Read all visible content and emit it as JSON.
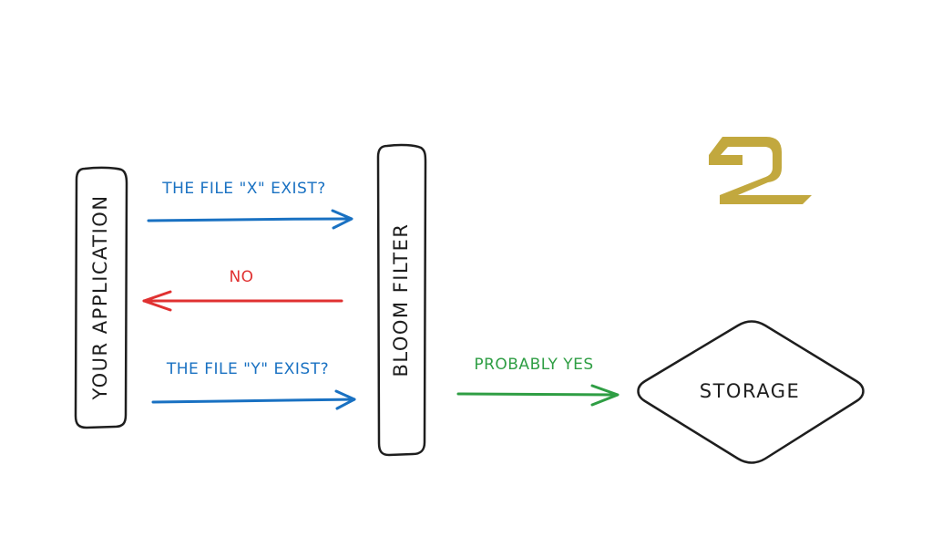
{
  "nodes": {
    "application": {
      "label": "YOUR APPLICATION"
    },
    "bloom_filter": {
      "label": "BLOOM FILTER"
    },
    "storage": {
      "label": "STORAGE"
    }
  },
  "edges": {
    "query_x": {
      "label": "THE FILE \"X\" EXIST?",
      "color": "#1971c2"
    },
    "answer_no": {
      "label": "NO",
      "color": "#e03131"
    },
    "query_y": {
      "label": "THE FILE \"Y\" EXIST?",
      "color": "#1971c2"
    },
    "probably_yes": {
      "label": "PROBABLY YES",
      "color": "#2f9e44"
    }
  },
  "colors": {
    "node_stroke": "#1e1e1e",
    "logo": "#c2a83e"
  },
  "icons": {
    "logo": "monogram-logo-icon"
  }
}
